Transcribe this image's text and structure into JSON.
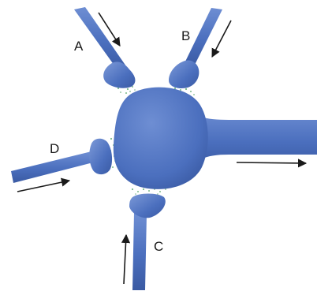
{
  "labels": {
    "a": "A",
    "b": "B",
    "c": "C",
    "d": "D"
  },
  "colors": {
    "neuron_fill": "#4b6fbe",
    "neuron_highlight": "#7d9ad8",
    "neuron_shadow": "#3a5aa3",
    "synapse_dots": "#7bb98a",
    "arrow": "#1a1a1a"
  }
}
